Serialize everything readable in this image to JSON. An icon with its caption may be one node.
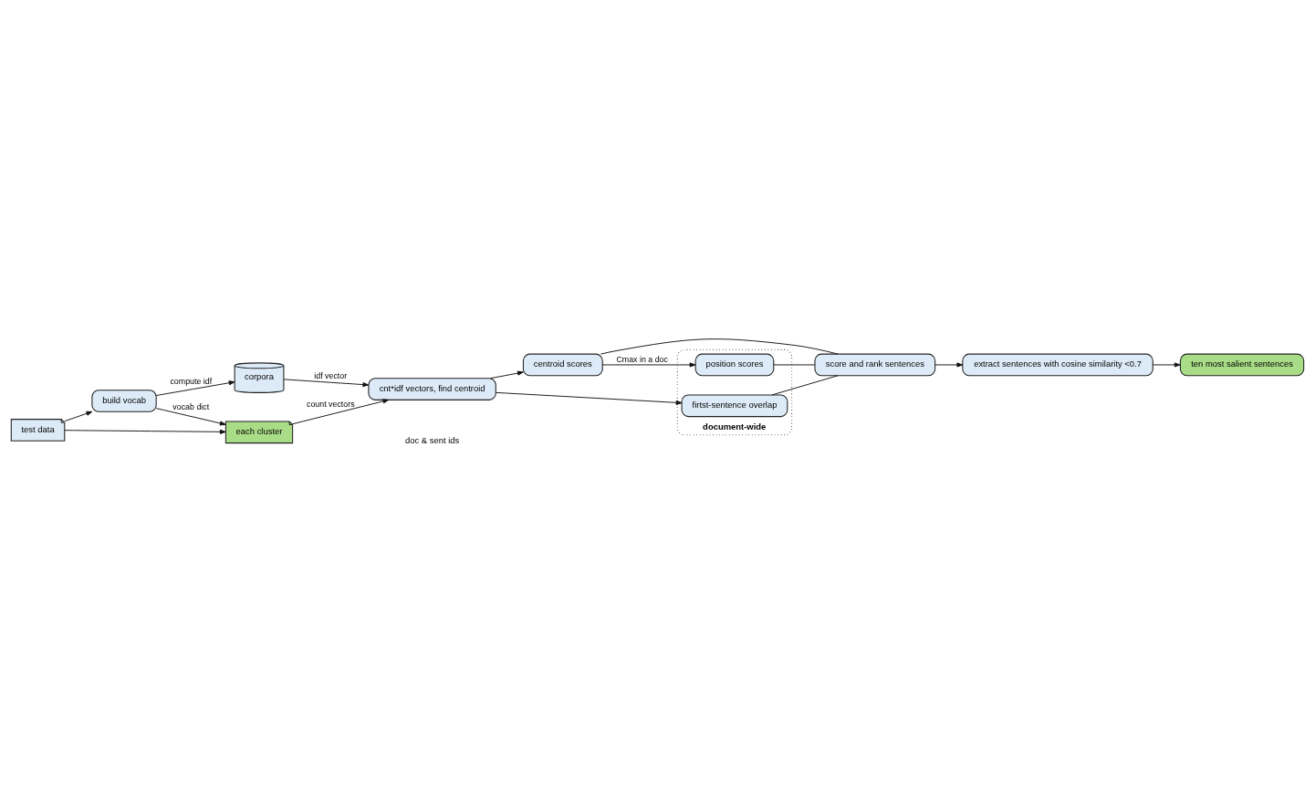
{
  "diagram": {
    "nodes": [
      {
        "text": [
          "corpora"
        ]
      },
      {
        "text": [
          "test data"
        ]
      },
      {
        "text": [
          "build vocab"
        ]
      },
      {
        "text": [
          "each cluster"
        ]
      },
      {
        "text": [
          "cnt*idf vectors, find centroid"
        ]
      },
      {
        "text": [
          "centroid scores"
        ]
      },
      {
        "text": [
          "document-wide"
        ]
      },
      {
        "text": [
          "position scores"
        ],
        "in": 6
      },
      {
        "text": [
          "firtst-sentence overlap"
        ],
        "in": 6
      },
      {
        "text": [
          "score and rank sentences"
        ]
      },
      {
        "text": [
          "extract sentences with cosine similarity <0.7"
        ]
      },
      {
        "text": [
          "ten most salient sentences"
        ]
      }
    ],
    "edges": [
      {
        "from": 0,
        "to": 4,
        "arrow": "to",
        "label": "idf vector"
      },
      {
        "from": 2,
        "to": 0,
        "arrow": "to",
        "label": "compute idf"
      },
      {
        "from": 1,
        "to": 2,
        "arrow": "to"
      },
      {
        "from": 1,
        "to": 3,
        "arrow": "to"
      },
      {
        "from": 2,
        "to": 3,
        "arrow": "to",
        "label": "vocab dict"
      },
      {
        "from": 3,
        "to": 4,
        "arrow": "to",
        "label": "count vectors"
      },
      {
        "from": 4,
        "to": 5,
        "arrow": "to"
      },
      {
        "from": 4,
        "to": 8,
        "arrow": "to"
      },
      {
        "from": 5,
        "to": 7,
        "arrow": "to",
        "label": "Cmax in a doc"
      },
      {
        "from": 5,
        "to": 9,
        "arrow": "none"
      },
      {
        "from": 7,
        "to": 9,
        "arrow": "none"
      },
      {
        "from": 8,
        "to": 9,
        "arrow": "none"
      },
      {
        "from": 9,
        "to": 10,
        "arrow": "to"
      },
      {
        "from": 10,
        "to": 11,
        "arrow": "to"
      }
    ],
    "labels": [
      "doc & sent ids"
    ]
  }
}
